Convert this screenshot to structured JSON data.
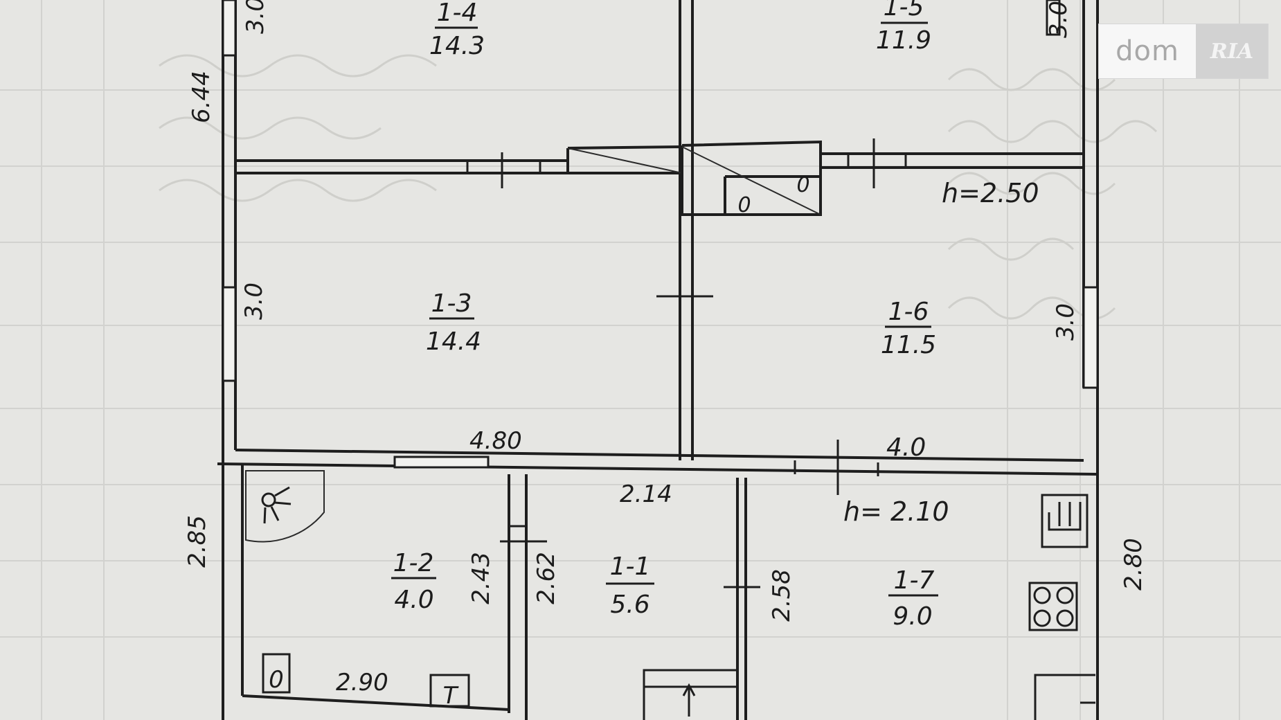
{
  "plan": {
    "rooms": [
      {
        "id": "1-4",
        "area": "14.3"
      },
      {
        "id": "1-5",
        "area": "11.9"
      },
      {
        "id": "1-3",
        "area": "14.4"
      },
      {
        "id": "1-6",
        "area": "11.5"
      },
      {
        "id": "1-2",
        "area": "4.0"
      },
      {
        "id": "1-1",
        "area": "5.6"
      },
      {
        "id": "1-7",
        "area": "9.0"
      }
    ],
    "heights": {
      "upper": "h=2.50",
      "lower": "h= 2.10"
    },
    "dimensions": {
      "d_644": "6.44",
      "d_30_top_left": "3.0",
      "d_30_top_right": "3.0",
      "d_30_left": "3.0",
      "d_30_right": "3.0",
      "d_480": "4.80",
      "d_40": "4.0",
      "d_285": "2.85",
      "d_243": "2.43",
      "d_262": "2.62",
      "d_214": "2.14",
      "d_258": "2.58",
      "d_280": "2.80",
      "d_290": "2.90"
    },
    "symbols": {
      "outlet_a": "0",
      "outlet_b": "0",
      "outlet_c": "0",
      "fixture_t": "T"
    }
  },
  "watermark": {
    "left": "dom",
    "right": "RIA"
  }
}
